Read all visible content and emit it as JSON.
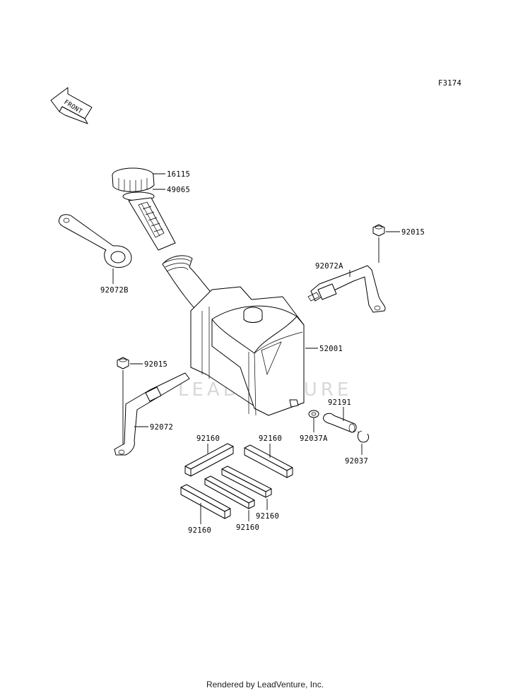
{
  "figure_code": "F3174",
  "front_label": "FRONT",
  "watermark": "LEADVENTURE",
  "footer": "Rendered by LeadVenture, Inc.",
  "parts": [
    {
      "id": "cap",
      "number": "16115"
    },
    {
      "id": "cap-gasket",
      "number": "49065"
    },
    {
      "id": "ring-strap",
      "number": "92072B"
    },
    {
      "id": "nut-right",
      "number": "92015"
    },
    {
      "id": "band-right",
      "number": "92072A"
    },
    {
      "id": "tank",
      "number": "52001"
    },
    {
      "id": "nut-left",
      "number": "92015"
    },
    {
      "id": "band-left",
      "number": "92072"
    },
    {
      "id": "hose",
      "number": "92191"
    },
    {
      "id": "clamp-a",
      "number": "92037A"
    },
    {
      "id": "clamp",
      "number": "92037"
    },
    {
      "id": "pad-1",
      "number": "92160"
    },
    {
      "id": "pad-2",
      "number": "92160"
    },
    {
      "id": "pad-3",
      "number": "92160"
    },
    {
      "id": "pad-4",
      "number": "92160"
    },
    {
      "id": "pad-5",
      "number": "92160"
    }
  ]
}
